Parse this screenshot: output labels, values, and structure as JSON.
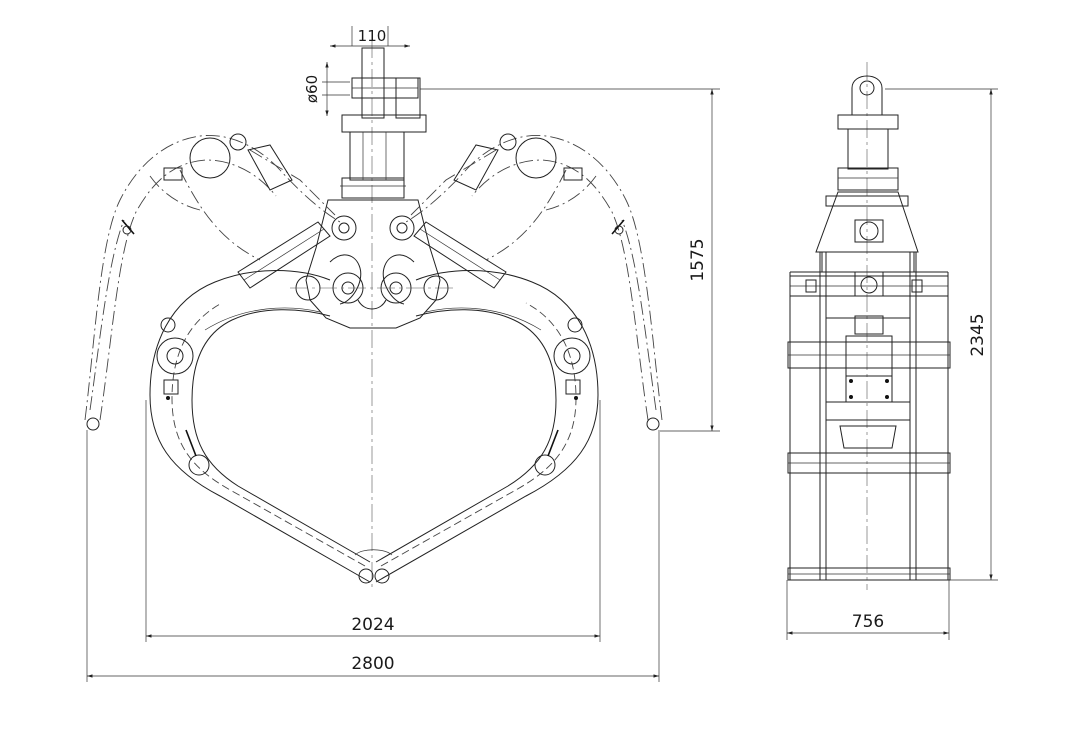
{
  "drawing": {
    "front_view": {
      "dimensions": {
        "pin_width": "110",
        "pin_diameter": "ø60",
        "opening_height": "1575",
        "inner_width": "2024",
        "open_width": "2800"
      }
    },
    "side_view": {
      "dimensions": {
        "total_height": "2345",
        "width": "756"
      }
    }
  },
  "colors": {
    "line": "#222222",
    "background": "#ffffff"
  }
}
